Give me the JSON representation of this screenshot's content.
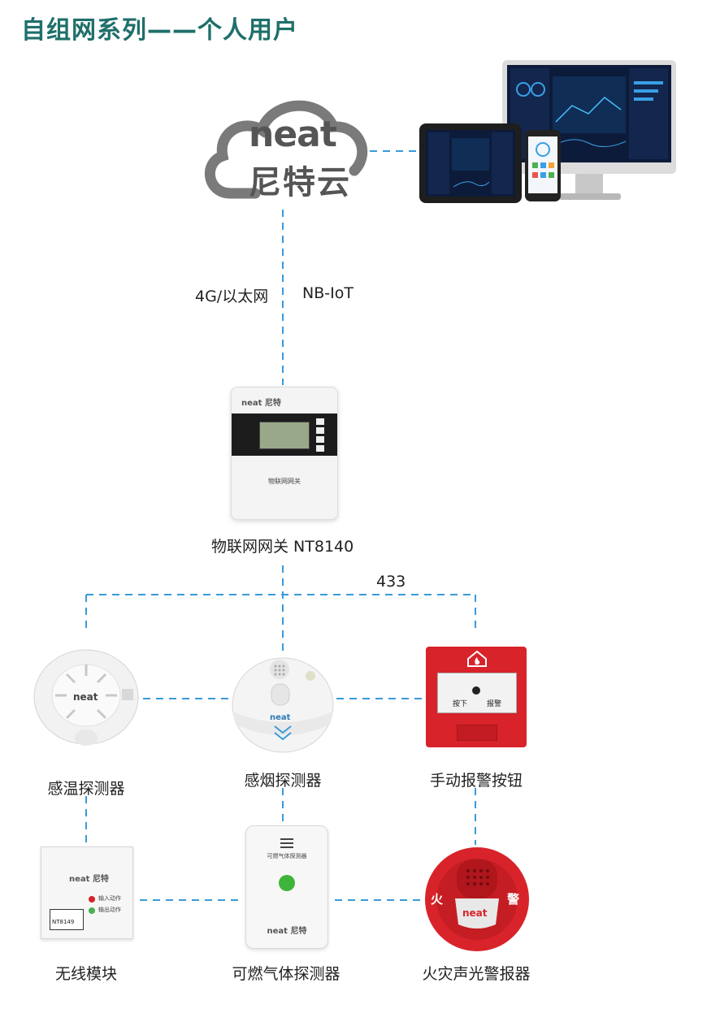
{
  "title": "自组网系列——个人用户",
  "cloud": {
    "brand": "neat",
    "name": "尼特云"
  },
  "links": {
    "uplink_left": "4G/以太网",
    "uplink_right": "NB-IoT",
    "wireless": "433"
  },
  "gateway": {
    "brand": "neat 尼特",
    "panel_text": "物联网网关",
    "label": "物联网网关  NT8140"
  },
  "devices": {
    "heat_detector": {
      "label": "感温探测器"
    },
    "smoke_detector": {
      "label": "感烟探测器"
    },
    "manual_button": {
      "label": "手动报警按钮",
      "text_top": "按下",
      "text_right": "报警"
    },
    "wireless_module": {
      "label": "无线模块",
      "model": "NT8149",
      "led1": "输入动作",
      "led2": "输出动作"
    },
    "gas_detector": {
      "label": "可燃气体探测器",
      "panel_title": "可燃气体探测器",
      "brand": "neat 尼特"
    },
    "sounder": {
      "label": "火灾声光警报器",
      "left_char": "火",
      "right_char": "警"
    }
  },
  "colors": {
    "accent": "#1f6f6a",
    "dash": "#3a9ad9",
    "red": "#d8232a"
  }
}
